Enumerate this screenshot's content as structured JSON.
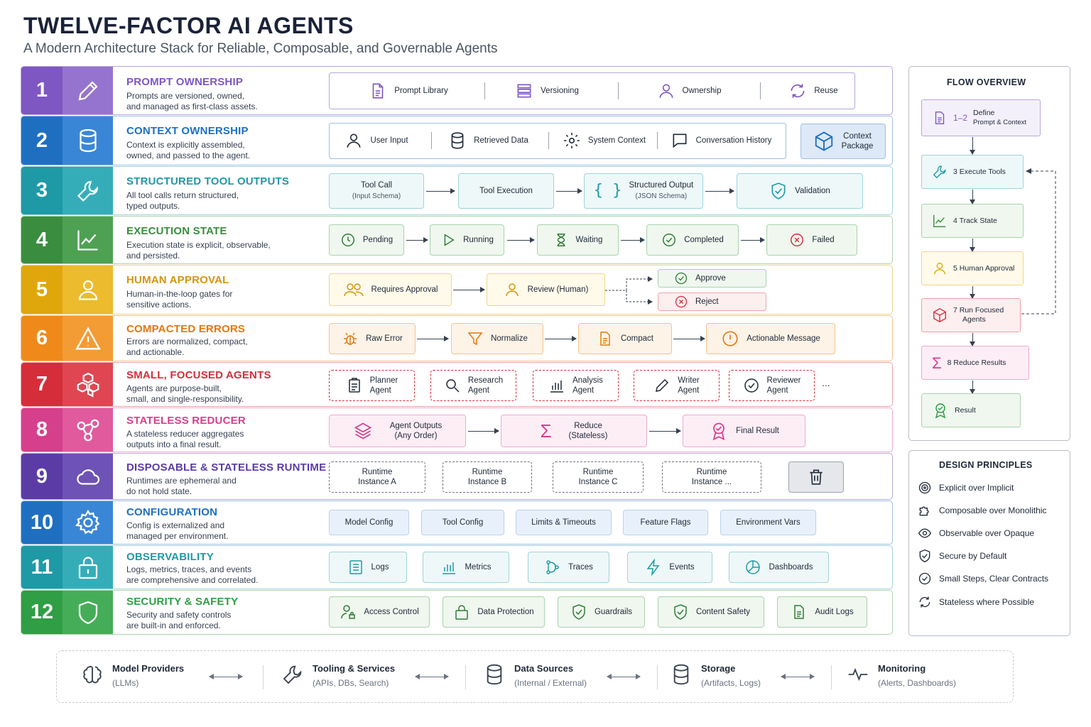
{
  "title": "TWELVE-FACTOR AI AGENTS",
  "subtitle": "A Modern Architecture Stack for Reliable, Composable, and Governable Agents",
  "rows": [
    {
      "num": "1",
      "title": "PROMPT OWNERSHIP",
      "d1": "Prompts are versioned, owned,",
      "d2": "and managed as first-class assets.",
      "items": [
        "Prompt Library",
        "Versioning",
        "Ownership",
        "Reuse"
      ],
      "color": "#7e57c2"
    },
    {
      "num": "2",
      "title": "CONTEXT OWNERSHIP",
      "d1": "Context is explicitly assembled,",
      "d2": "owned, and passed to the agent.",
      "items": [
        "User Input",
        "Retrieved Data",
        "System Context",
        "Conversation History"
      ],
      "pkg1": "Context",
      "pkg2": "Package",
      "color": "#1f6fc1"
    },
    {
      "num": "3",
      "title": "STRUCTURED TOOL OUTPUTS",
      "d1": "All tool calls return structured,",
      "d2": "typed outputs.",
      "items": [
        "Tool Call",
        "Tool Execution",
        "Structured Output",
        "Validation"
      ],
      "subs": [
        "(Input Schema)",
        "(JSON Schema)"
      ],
      "color": "#1e9aa6"
    },
    {
      "num": "4",
      "title": "EXECUTION STATE",
      "d1": "Execution state is explicit, observable,",
      "d2": "and persisted.",
      "items": [
        "Pending",
        "Running",
        "Waiting",
        "Completed",
        "Failed"
      ],
      "color": "#3a8d3f"
    },
    {
      "num": "5",
      "title": "HUMAN APPROVAL",
      "d1": "Human-in-the-loop gates for",
      "d2": "sensitive actions.",
      "items": [
        "Requires Approval",
        "Review (Human)",
        "Approve",
        "Reject"
      ],
      "color": "#e0a70c"
    },
    {
      "num": "6",
      "title": "COMPACTED ERRORS",
      "d1": "Errors are normalized, compact,",
      "d2": "and actionable.",
      "items": [
        "Raw Error",
        "Normalize",
        "Compact",
        "Actionable Message"
      ],
      "color": "#ef8a1a"
    },
    {
      "num": "7",
      "title": "SMALL, FOCUSED AGENTS",
      "d1": "Agents are purpose-built,",
      "d2": "small, and single-responsibility.",
      "items": [
        "Planner",
        "Research",
        "Analysis",
        "Writer",
        "Reviewer"
      ],
      "agent": "Agent",
      "more": "...",
      "color": "#d62d3a"
    },
    {
      "num": "8",
      "title": "STATELESS REDUCER",
      "d1": "A stateless reducer aggregates",
      "d2": "outputs into a final result.",
      "items": [
        "Agent Outputs",
        "(Any Order)",
        "Reduce",
        "(Stateless)",
        "Final Result"
      ],
      "color": "#d63f8c"
    },
    {
      "num": "9",
      "title": "DISPOSABLE & STATELESS RUNTIME",
      "d1": "Runtimes are ephemeral and",
      "d2": "do not hold state.",
      "runtime": "Runtime",
      "items": [
        "Instance A",
        "Instance B",
        "Instance C",
        "Instance ..."
      ],
      "color": "#5b3ca6"
    },
    {
      "num": "10",
      "title": "CONFIGURATION",
      "d1": "Config is externalized and",
      "d2": "managed per environment.",
      "items": [
        "Model Config",
        "Tool Config",
        "Limits & Timeouts",
        "Feature Flags",
        "Environment Vars"
      ],
      "color": "#1f6fc1"
    },
    {
      "num": "11",
      "title": "OBSERVABILITY",
      "d1": "Logs, metrics, traces, and events",
      "d2": "are comprehensive and correlated.",
      "items": [
        "Logs",
        "Metrics",
        "Traces",
        "Events",
        "Dashboards"
      ],
      "color": "#1e9aa6"
    },
    {
      "num": "12",
      "title": "SECURITY & SAFETY",
      "d1": "Security and safety controls",
      "d2": "are built-in and enforced.",
      "items": [
        "Access Control",
        "Data Protection",
        "Guardrails",
        "Content Safety",
        "Audit Logs"
      ],
      "color": "#2f9e44"
    }
  ],
  "flow": {
    "title": "FLOW OVERVIEW",
    "n1": "1–2",
    "b1a": "Define",
    "b1b": "Prompt & Context",
    "b2": "3  Execute Tools",
    "b3": "4  Track State",
    "b4": "5  Human Approval",
    "b5a": "7  Run Focused",
    "b5b": "Agents",
    "b6": "8  Reduce Results",
    "b7": "Result"
  },
  "principles": {
    "title": "DESIGN PRINCIPLES",
    "items": [
      "Explicit over Implicit",
      "Composable over Monolithic",
      "Observable over Opaque",
      "Secure by Default",
      "Small Steps, Clear Contracts",
      "Stateless where Possible"
    ]
  },
  "footer": [
    {
      "t1": "Model Providers",
      "t2": "(LLMs)"
    },
    {
      "t1": "Tooling & Services",
      "t2": "(APIs, DBs, Search)"
    },
    {
      "t1": "Data Sources",
      "t2": "(Internal / External)"
    },
    {
      "t1": "Storage",
      "t2": "(Artifacts, Logs)"
    },
    {
      "t1": "Monitoring",
      "t2": "(Alerts, Dashboards)"
    }
  ]
}
